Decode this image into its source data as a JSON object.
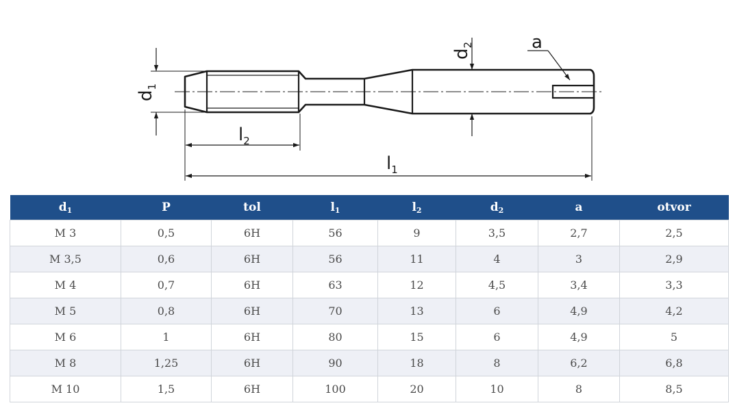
{
  "drawing": {
    "labels": {
      "d1": {
        "main": "d",
        "sub": "1"
      },
      "d2": {
        "main": "d",
        "sub": "2"
      },
      "l1": {
        "main": "l",
        "sub": "1"
      },
      "l2": {
        "main": "l",
        "sub": "2"
      },
      "a": "a"
    }
  },
  "table": {
    "headers": [
      {
        "main": "d",
        "sub": "1"
      },
      {
        "main": "P",
        "sub": ""
      },
      {
        "main": "tol",
        "sub": ""
      },
      {
        "main": "l",
        "sub": "1"
      },
      {
        "main": "l",
        "sub": "2"
      },
      {
        "main": "d",
        "sub": "2"
      },
      {
        "main": "a",
        "sub": ""
      },
      {
        "main": "otvor",
        "sub": ""
      }
    ],
    "rows": [
      [
        "M 3",
        "0,5",
        "6H",
        "56",
        "9",
        "3,5",
        "2,7",
        "2,5"
      ],
      [
        "M 3,5",
        "0,6",
        "6H",
        "56",
        "11",
        "4",
        "3",
        "2,9"
      ],
      [
        "M 4",
        "0,7",
        "6H",
        "63",
        "12",
        "4,5",
        "3,4",
        "3,3"
      ],
      [
        "M 5",
        "0,8",
        "6H",
        "70",
        "13",
        "6",
        "4,9",
        "4,2"
      ],
      [
        "M 6",
        "1",
        "6H",
        "80",
        "15",
        "6",
        "4,9",
        "5"
      ],
      [
        "M 8",
        "1,25",
        "6H",
        "90",
        "18",
        "8",
        "6,2",
        "6,8"
      ],
      [
        "M 10",
        "1,5",
        "6H",
        "100",
        "20",
        "10",
        "8",
        "8,5"
      ]
    ],
    "colors": {
      "header_bg": "#1f4f8a",
      "header_text": "#ffffff",
      "stripe": "#eef0f6",
      "border": "#d0d4da"
    }
  }
}
